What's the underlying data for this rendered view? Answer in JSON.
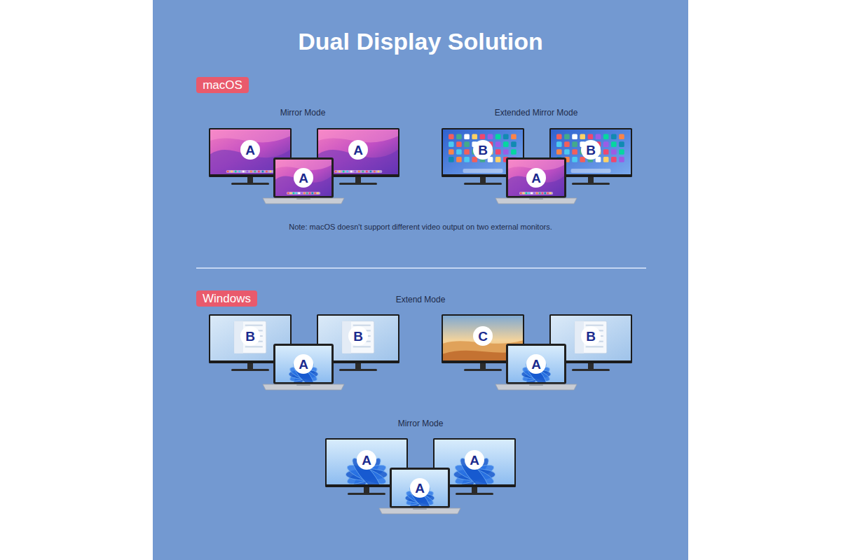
{
  "diagram": {
    "title": "Dual Display Solution",
    "nodes": [
      {
        "text": [
          "macOS"
        ]
      },
      {
        "text": [
          "A"
        ]
      },
      {
        "text": [
          "A"
        ]
      },
      {
        "text": [
          "A"
        ]
      },
      {
        "text": [
          "B"
        ]
      },
      {
        "text": [
          "B"
        ]
      },
      {
        "text": [
          "A"
        ]
      },
      {
        "text": [
          "Windows"
        ]
      },
      {
        "text": [
          "B"
        ]
      },
      {
        "text": [
          "B"
        ]
      },
      {
        "text": [
          "A"
        ]
      },
      {
        "text": [
          "C"
        ]
      },
      {
        "text": [
          "B"
        ]
      },
      {
        "text": [
          "A"
        ]
      },
      {
        "text": [
          "A"
        ]
      },
      {
        "text": [
          "A"
        ]
      },
      {
        "text": [
          "A"
        ]
      }
    ],
    "labels": [
      "Mirror Mode",
      "Extended Mirror Mode",
      "Note: macOS doesn't support different video output on two external monitors.",
      "Extend Mode",
      "Mirror Mode"
    ]
  }
}
